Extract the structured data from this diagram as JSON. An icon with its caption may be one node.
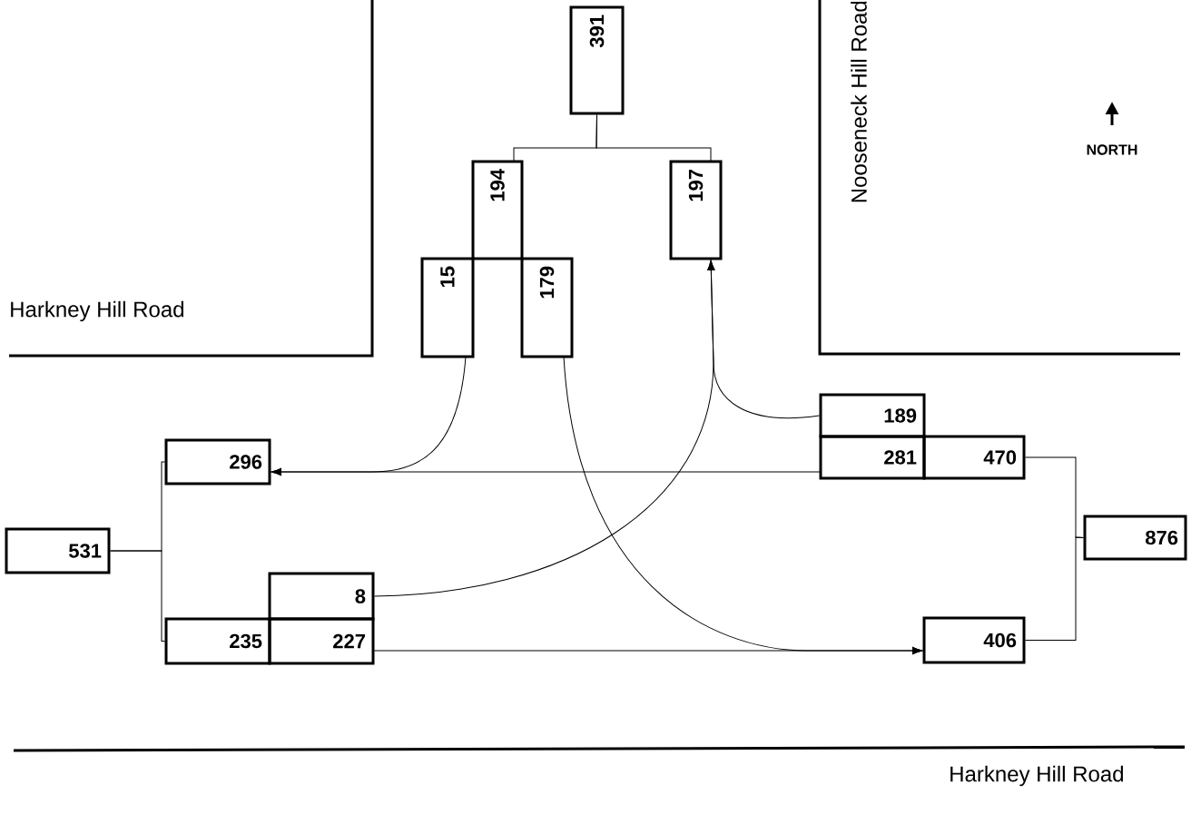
{
  "diagram": {
    "nodes": [
      {
        "text": [
          "391"
        ]
      },
      {
        "text": [
          "194"
        ]
      },
      {
        "text": [
          "197"
        ]
      },
      {
        "text": [
          "15"
        ]
      },
      {
        "text": [
          "179"
        ]
      },
      {
        "text": [
          "189"
        ]
      },
      {
        "text": [
          "281"
        ]
      },
      {
        "text": [
          "470"
        ]
      },
      {
        "text": [
          "296"
        ]
      },
      {
        "text": [
          "531"
        ]
      },
      {
        "text": [
          "876"
        ]
      },
      {
        "text": [
          "8"
        ]
      },
      {
        "text": [
          "235"
        ]
      },
      {
        "text": [
          "227"
        ]
      },
      {
        "text": [
          "406"
        ]
      }
    ],
    "edges": [
      {
        "from": 0,
        "to": 1,
        "arrow": "none"
      },
      {
        "from": 0,
        "to": 2,
        "arrow": "none"
      },
      {
        "from": 3,
        "to": 8,
        "arrow": "to"
      },
      {
        "from": 6,
        "to": 8,
        "arrow": "to"
      },
      {
        "from": 4,
        "to": 14,
        "arrow": "to"
      },
      {
        "from": 13,
        "to": 14,
        "arrow": "to"
      },
      {
        "from": 11,
        "to": 2,
        "arrow": "to"
      },
      {
        "from": 5,
        "to": 2,
        "arrow": "to"
      },
      {
        "from": 9,
        "to": 8,
        "arrow": "none"
      },
      {
        "from": 9,
        "to": 12,
        "arrow": "none"
      },
      {
        "from": 10,
        "to": 7,
        "arrow": "none"
      },
      {
        "from": 10,
        "to": 14,
        "arrow": "none"
      }
    ],
    "labels": [
      "Harkney Hill Road",
      "Nooseneck Hill Road",
      "NORTH",
      "Harkney Hill Road"
    ]
  }
}
